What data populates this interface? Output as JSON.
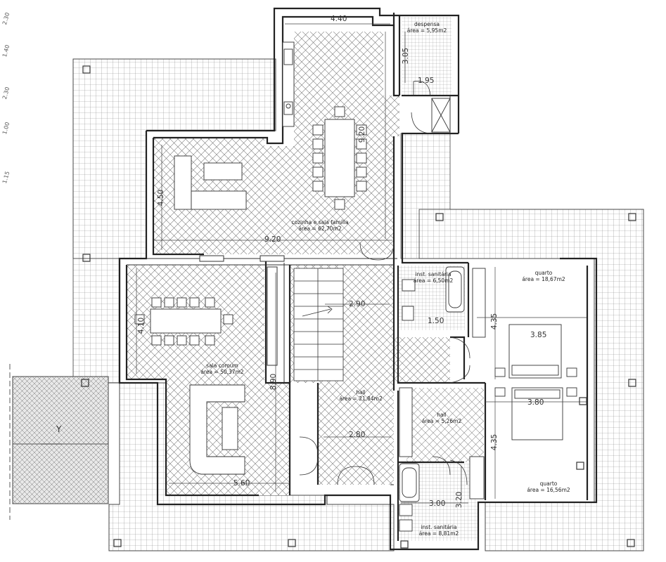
{
  "rooms": {
    "despensa": {
      "name": "despensa",
      "area": "área = 5,95m2"
    },
    "cozinha": {
      "name": "cozinha e sala família",
      "area": "área = 62,70m2"
    },
    "sanitaria1": {
      "name": "inst. sanitária",
      "area": "área = 6,50m2"
    },
    "quarto1": {
      "name": "quarto",
      "area": "área = 18,67m2"
    },
    "sala": {
      "name": "sala comum",
      "area": "área = 50,37m2"
    },
    "hall1": {
      "name": "hall",
      "area": "área = 21,84m2"
    },
    "hall2": {
      "name": "hall",
      "area": "área = 5,26m2"
    },
    "quarto2": {
      "name": "quarto",
      "area": "área = 16,56m2"
    },
    "sanitaria2": {
      "name": "inst. sanitária",
      "area": "área = 8,81m2"
    }
  },
  "dimensions": {
    "d440": "4.40",
    "d305": "3.05",
    "d195": "1.95",
    "d920v": "9.20",
    "d450": "4.50",
    "d920h": "9.20",
    "d290": "2.90",
    "d150": "1.50",
    "d435a": "4.35",
    "d385": "3.85",
    "d410": "4.10",
    "d890": "8.90",
    "d380": "3.80",
    "d280": "2.80",
    "d435b": "4.35",
    "d560": "5.60",
    "d300": "3.00",
    "d320": "3.20"
  },
  "annex_label": "Y",
  "margin_marks": [
    "2.30",
    "1.40",
    "2.30",
    "1.00",
    "1.15"
  ]
}
